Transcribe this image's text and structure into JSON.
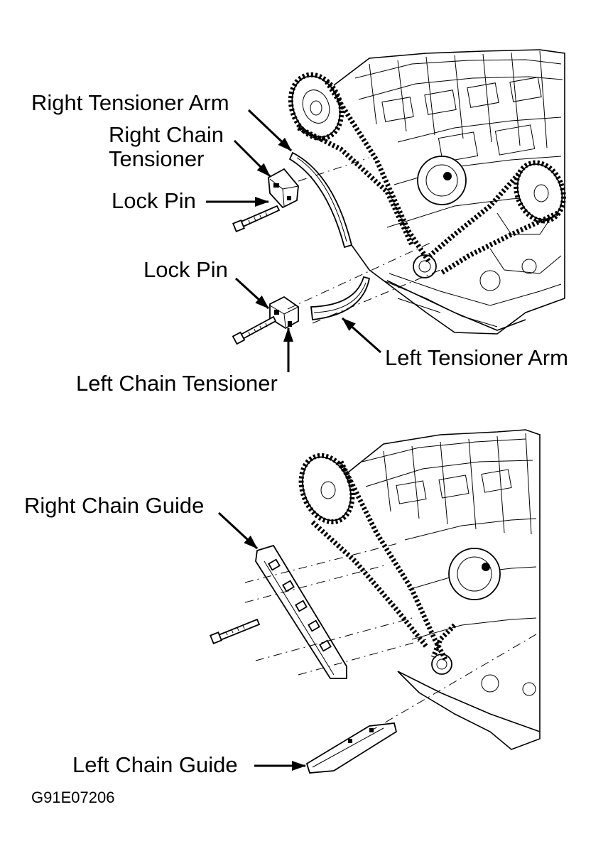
{
  "labels": {
    "right_tensioner_arm": "Right Tensioner Arm",
    "right_chain_tensioner_line1": "Right Chain",
    "right_chain_tensioner_line2": "Tensioner",
    "lock_pin_upper": "Lock Pin",
    "lock_pin_lower": "Lock Pin",
    "left_chain_tensioner": "Left Chain Tensioner",
    "left_tensioner_arm": "Left Tensioner Arm",
    "right_chain_guide": "Right Chain Guide",
    "left_chain_guide": "Left Chain Guide"
  },
  "figure_code": "G91E07206",
  "colors": {
    "ink": "#000000",
    "paper": "#ffffff"
  }
}
